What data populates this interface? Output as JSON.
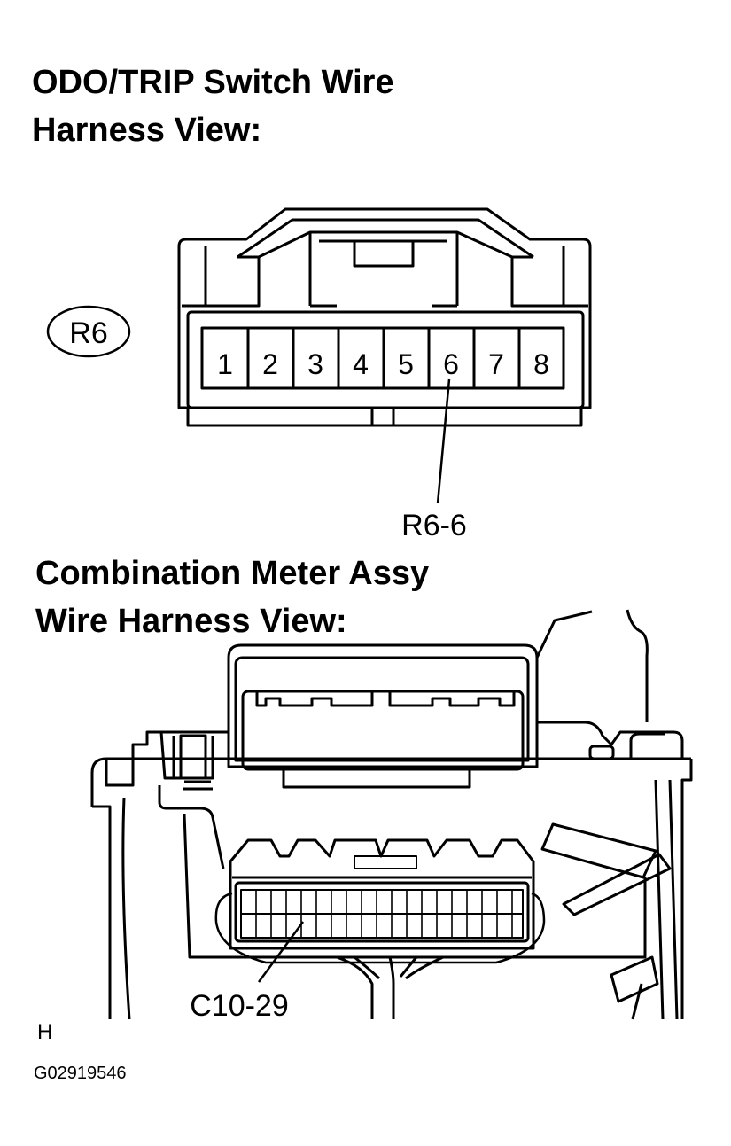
{
  "switch_view": {
    "title_line1": "ODO/TRIP Switch Wire",
    "title_line2": "Harness View:",
    "connector_id": "R6",
    "pins": [
      "1",
      "2",
      "3",
      "4",
      "5",
      "6",
      "7",
      "8"
    ],
    "callout": "R6-6"
  },
  "meter_view": {
    "title_line1": "Combination Meter Assy",
    "title_line2": "Wire Harness View:",
    "callout": "C10-29"
  },
  "footer": {
    "mark": "H",
    "figure_code": "G02919546"
  }
}
